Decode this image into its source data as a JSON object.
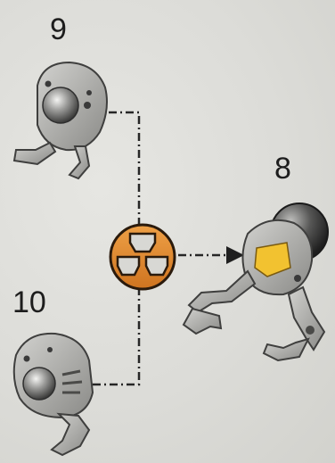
{
  "steps": {
    "top_left": "9",
    "right": "8",
    "bottom_left": "10"
  },
  "icons": {
    "combine": "combine-symbol-icon",
    "arrow": "arrow-right-icon"
  },
  "colors": {
    "badge_fill": "#e08a2c",
    "badge_outline": "#2a1a0c",
    "connector": "#262626",
    "part_gray": "#a9a9a5",
    "part_dark": "#5c5c5a",
    "highlight_yellow": "#f2c230"
  }
}
